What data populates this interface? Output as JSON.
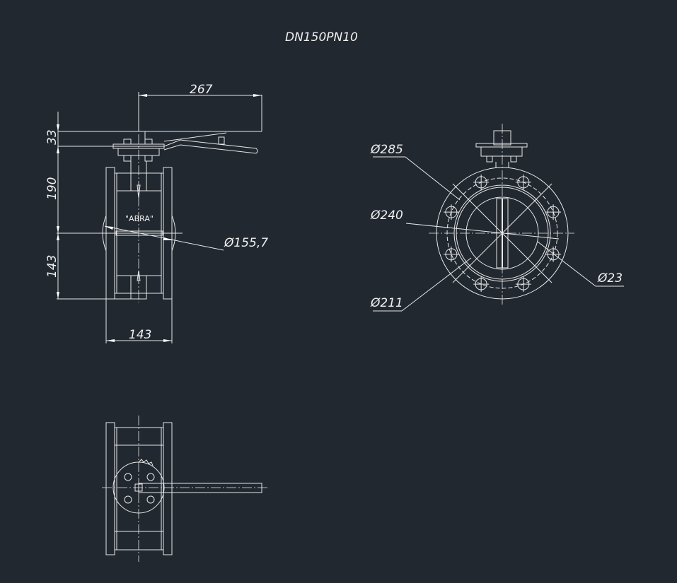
{
  "title": "DN150PN10",
  "side_view": {
    "label": "\"ABRA\"",
    "dim_handle_length": "267",
    "dim_top_height": "33",
    "dim_upper_height": "190",
    "dim_lower_height": "143",
    "dim_body_width": "143",
    "dim_disc_diameter": "Ø155,7"
  },
  "front_view": {
    "dim_flange_outer": "Ø285",
    "dim_bolt_circle": "Ø240",
    "dim_seat": "Ø211",
    "dim_bolt_hole": "Ø23"
  },
  "colors": {
    "background": "#212830",
    "lines": "#e8e8e8"
  }
}
